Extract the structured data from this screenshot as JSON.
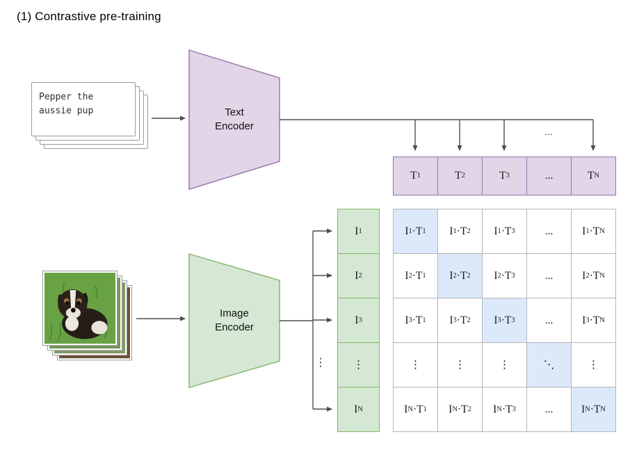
{
  "title": "(1) Contrastive pre-training",
  "text_input": {
    "caption": "Pepper the aussie pup"
  },
  "encoders": {
    "text_label": "Text Encoder",
    "image_label": "Image Encoder"
  },
  "flow": {
    "text_branch_ellipsis": "...",
    "image_branch_ellipsis": "⋮"
  },
  "text_embeddings": {
    "cells": [
      {
        "segs": [
          {
            "t": "T"
          },
          {
            "sub": "1"
          }
        ]
      },
      {
        "segs": [
          {
            "t": "T"
          },
          {
            "sub": "2"
          }
        ]
      },
      {
        "segs": [
          {
            "t": "T"
          },
          {
            "sub": "3"
          }
        ]
      },
      {
        "segs": [
          {
            "t": "..."
          }
        ]
      },
      {
        "segs": [
          {
            "t": "T"
          },
          {
            "sub": "N"
          }
        ]
      }
    ]
  },
  "image_embeddings": {
    "cells": [
      {
        "segs": [
          {
            "t": "I"
          },
          {
            "sub": "1"
          }
        ]
      },
      {
        "segs": [
          {
            "t": "I"
          },
          {
            "sub": "2"
          }
        ]
      },
      {
        "segs": [
          {
            "t": "I"
          },
          {
            "sub": "3"
          }
        ]
      },
      {
        "segs": [
          {
            "t": "⋮"
          }
        ]
      },
      {
        "segs": [
          {
            "t": "I"
          },
          {
            "sub": "N"
          }
        ]
      }
    ]
  },
  "matrix": {
    "rows": [
      {
        "cells": [
          {
            "segs": [
              {
                "t": "I"
              },
              {
                "sub": "1"
              },
              {
                "t": "·T"
              },
              {
                "sub": "1"
              }
            ],
            "highlight": true
          },
          {
            "segs": [
              {
                "t": "I"
              },
              {
                "sub": "1"
              },
              {
                "t": "·T"
              },
              {
                "sub": "2"
              }
            ]
          },
          {
            "segs": [
              {
                "t": "I"
              },
              {
                "sub": "1"
              },
              {
                "t": "·T"
              },
              {
                "sub": "3"
              }
            ]
          },
          {
            "segs": [
              {
                "t": "..."
              }
            ]
          },
          {
            "segs": [
              {
                "t": "I"
              },
              {
                "sub": "1"
              },
              {
                "t": "·T"
              },
              {
                "sub": "N"
              }
            ]
          }
        ]
      },
      {
        "cells": [
          {
            "segs": [
              {
                "t": "I"
              },
              {
                "sub": "2"
              },
              {
                "t": "·T"
              },
              {
                "sub": "1"
              }
            ]
          },
          {
            "segs": [
              {
                "t": "I"
              },
              {
                "sub": "2"
              },
              {
                "t": "·T"
              },
              {
                "sub": "2"
              }
            ],
            "highlight": true
          },
          {
            "segs": [
              {
                "t": "I"
              },
              {
                "sub": "2"
              },
              {
                "t": "·T"
              },
              {
                "sub": "3"
              }
            ]
          },
          {
            "segs": [
              {
                "t": "..."
              }
            ]
          },
          {
            "segs": [
              {
                "t": "I"
              },
              {
                "sub": "2"
              },
              {
                "t": "·T"
              },
              {
                "sub": "N"
              }
            ]
          }
        ]
      },
      {
        "cells": [
          {
            "segs": [
              {
                "t": "I"
              },
              {
                "sub": "3"
              },
              {
                "t": "·T"
              },
              {
                "sub": "1"
              }
            ]
          },
          {
            "segs": [
              {
                "t": "I"
              },
              {
                "sub": "3"
              },
              {
                "t": "·T"
              },
              {
                "sub": "2"
              }
            ]
          },
          {
            "segs": [
              {
                "t": "I"
              },
              {
                "sub": "3"
              },
              {
                "t": "·T"
              },
              {
                "sub": "3"
              }
            ],
            "highlight": true
          },
          {
            "segs": [
              {
                "t": "..."
              }
            ]
          },
          {
            "segs": [
              {
                "t": "I"
              },
              {
                "sub": "3"
              },
              {
                "t": "·T"
              },
              {
                "sub": "N"
              }
            ]
          }
        ]
      },
      {
        "cells": [
          {
            "segs": [
              {
                "t": "⋮"
              }
            ]
          },
          {
            "segs": [
              {
                "t": "⋮"
              }
            ]
          },
          {
            "segs": [
              {
                "t": "⋮"
              }
            ]
          },
          {
            "segs": [
              {
                "t": "⋱"
              }
            ],
            "highlight": true
          },
          {
            "segs": [
              {
                "t": "⋮"
              }
            ]
          }
        ]
      },
      {
        "cells": [
          {
            "segs": [
              {
                "t": "I"
              },
              {
                "sub": "N"
              },
              {
                "t": "·T"
              },
              {
                "sub": "1"
              }
            ]
          },
          {
            "segs": [
              {
                "t": "I"
              },
              {
                "sub": "N"
              },
              {
                "t": "·T"
              },
              {
                "sub": "2"
              }
            ]
          },
          {
            "segs": [
              {
                "t": "I"
              },
              {
                "sub": "N"
              },
              {
                "t": "·T"
              },
              {
                "sub": "3"
              }
            ]
          },
          {
            "segs": [
              {
                "t": "..."
              }
            ]
          },
          {
            "segs": [
              {
                "t": "I"
              },
              {
                "sub": "N"
              },
              {
                "t": "·T"
              },
              {
                "sub": "N"
              }
            ],
            "highlight": true
          }
        ]
      }
    ]
  },
  "colors": {
    "text_fill": "#E1D5E7",
    "text_stroke": "#9673A6",
    "image_fill": "#D5E8D4",
    "image_stroke": "#82B366",
    "matrix_stroke": "#B5B5B5",
    "diagonal_fill": "#DBE9FB",
    "arrow": "#4D4D4D"
  }
}
